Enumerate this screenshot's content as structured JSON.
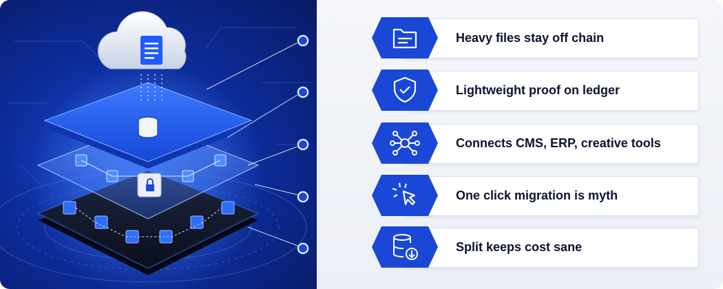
{
  "features": [
    {
      "label": "Heavy files stay off chain",
      "icon": "folder-icon"
    },
    {
      "label": "Lightweight proof on ledger",
      "icon": "shield-check-icon"
    },
    {
      "label": "Connects CMS, ERP, creative tools",
      "icon": "network-hub-icon"
    },
    {
      "label": "One click migration is myth",
      "icon": "cursor-click-icon"
    },
    {
      "label": "Split keeps cost sane",
      "icon": "database-download-icon"
    }
  ],
  "colors": {
    "accent": "#1a47d6",
    "panel_dark": "#081a63",
    "text": "#0c1230"
  }
}
